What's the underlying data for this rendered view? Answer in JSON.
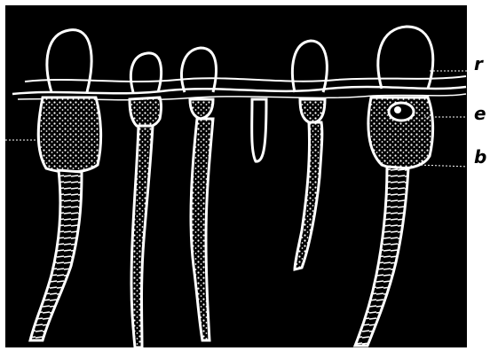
{
  "figure": {
    "background_color": "#000000",
    "line_color": "#ffffff",
    "labels": {
      "r": "r",
      "e": "e",
      "b": "b"
    }
  }
}
